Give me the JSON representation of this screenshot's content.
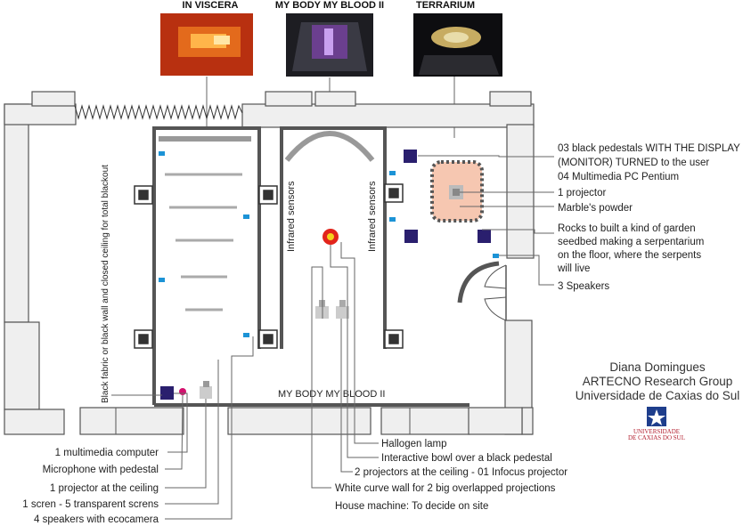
{
  "thumbnails": [
    {
      "caption": "IN VISCERA"
    },
    {
      "caption": "MY BODY MY BLOOD II"
    },
    {
      "caption": "TERRARIUM"
    }
  ],
  "room_labels": {
    "blackout_note": "Black fabric or black wall and closed ceiling for total blackout",
    "infrared_left": "Infrared sensors",
    "infrared_right": "Infrared sensors",
    "corridor_label": "MY BODY MY BLOOD II"
  },
  "right_labels": [
    "03 black pedestals WITH THE DISPLAY",
    "(MONITOR) TURNED to the user",
    "04 Multimedia PC Pentium",
    "1  projector",
    "Marble's powder",
    "Rocks to built a kind of garden",
    "seedbed making a serpentarium",
    "on the floor, where the serpents",
    "will live",
    "3 Speakers"
  ],
  "bottom_labels": [
    "Hallogen lamp",
    "Interactive bowl over a black pedestal",
    "2 projectors at the ceiling - 01 Infocus projector",
    "White curve wall for 2  big overlapped projections",
    "House machine: To decide on site"
  ],
  "left_labels": [
    "1 multimedia computer",
    "Microphone with pedestal",
    "1 projector at the ceiling",
    "1 scren - 5 transparent screns",
    "4 speakers with  ecocamera"
  ],
  "credits": {
    "author": "Diana Domingues",
    "group": "ARTECNO Research Group",
    "university": "Universidade de Caxias do Sul"
  },
  "logo": {
    "line1": "UNIVERSIDADE",
    "line2": "DE CAXIAS DO SUL"
  },
  "colors": {
    "wall_fill": "#efefef",
    "wall_stroke": "#555555",
    "partition": "#555555",
    "speaker": "#1c93d6",
    "pedestal": "#2a1f6e",
    "marble": "#f6c7b1",
    "lamp_outer": "#e2241b",
    "lamp_inner": "#f5d21b",
    "mic": "#d4116e",
    "leader": "#666666"
  }
}
